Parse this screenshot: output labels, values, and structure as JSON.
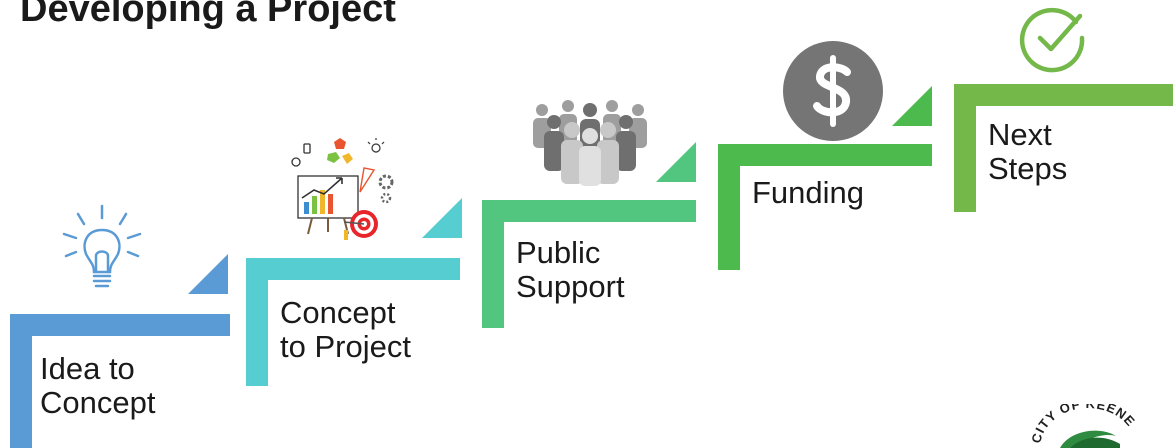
{
  "title": "Developing a Project",
  "steps": [
    {
      "lines": [
        "Idea to",
        "Concept"
      ],
      "color": "#5b9bd5",
      "icon": "lightbulb-icon"
    },
    {
      "lines": [
        "Concept",
        "to Project"
      ],
      "color": "#56cdd0",
      "icon": "presentation-target-icon"
    },
    {
      "lines": [
        "Public",
        "Support"
      ],
      "color": "#52c67f",
      "icon": "people-group-icon"
    },
    {
      "lines": [
        "Funding"
      ],
      "color": "#4cba4c",
      "icon": "dollar-coin-icon"
    },
    {
      "lines": [
        "Next",
        "Steps"
      ],
      "color": "#74b84a",
      "icon": "checkmark-circle-icon"
    }
  ],
  "logo": {
    "text": "CITY OF KEENE"
  }
}
